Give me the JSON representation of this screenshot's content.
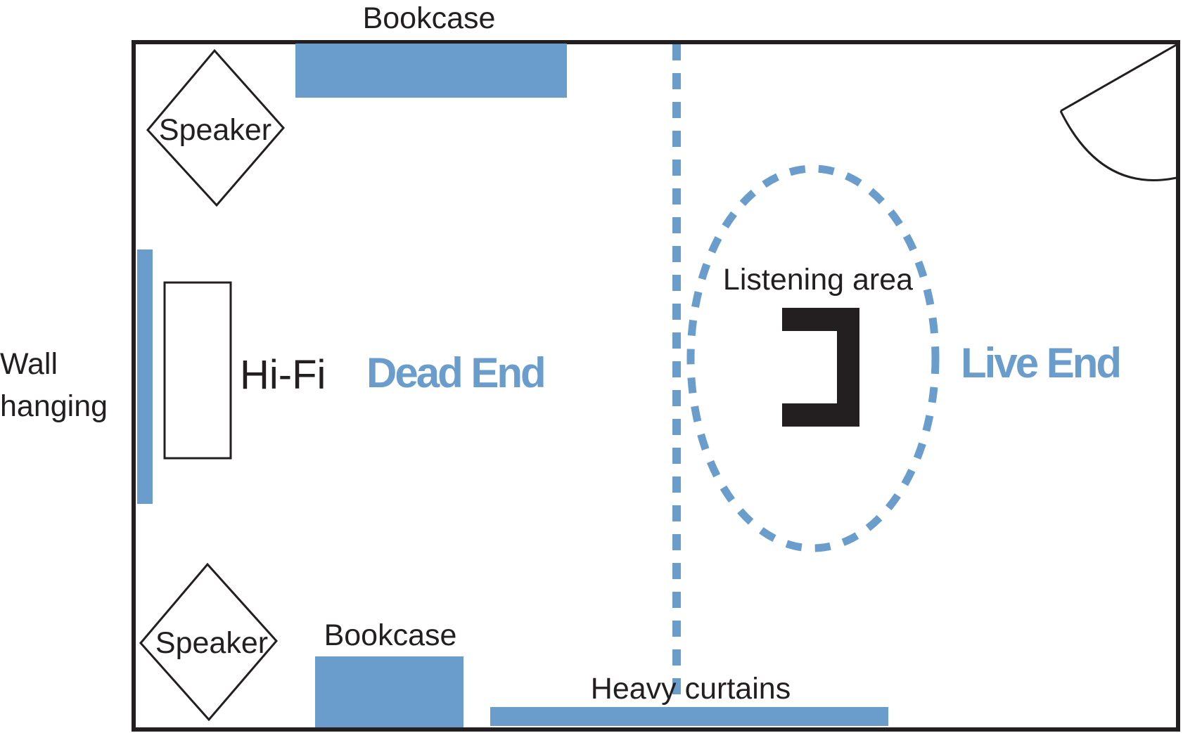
{
  "colors": {
    "accent": "#6a9dcb",
    "outline": "#231f20",
    "background": "#ffffff"
  },
  "labels": {
    "bookcase_top": "Bookcase",
    "bookcase_bottom": "Bookcase",
    "speaker_top": "Speaker",
    "speaker_bottom": "Speaker",
    "wall_hanging_line1": "Wall",
    "wall_hanging_line2": "hanging",
    "hifi": "Hi-Fi",
    "dead_end": "Dead End",
    "live_end": "Live End",
    "listening_area": "Listening area",
    "heavy_curtains": "Heavy curtains"
  }
}
